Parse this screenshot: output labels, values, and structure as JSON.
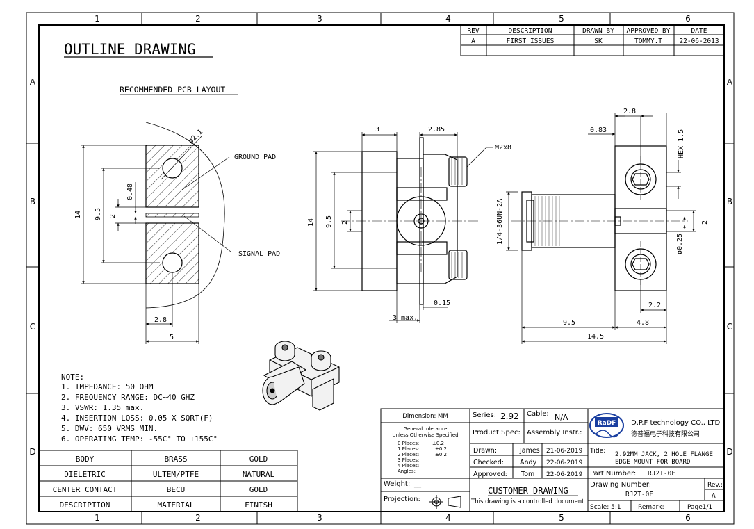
{
  "zones": {
    "columns": [
      "1",
      "2",
      "3",
      "4",
      "5",
      "6"
    ],
    "rows": [
      "A",
      "B",
      "C",
      "D"
    ]
  },
  "title": "OUTLINE DRAWING",
  "pcb_layout_title": "RECOMMENDED PCB LAYOUT",
  "revision_table": {
    "headers": [
      "REV",
      "DESCRIPTION",
      "DRAWN BY",
      "APPROVED BY",
      "DATE"
    ],
    "rows": [
      [
        "A",
        "FIRST ISSUES",
        "SK",
        "TOMMY.T",
        "22-06-2013"
      ]
    ]
  },
  "pcb_dims": {
    "hole_dia": "ø2.1",
    "ground_pad": "GROUND PAD",
    "signal_pad": "SIGNAL PAD",
    "h14": "14",
    "h9_5": "9.5",
    "h2": "2",
    "h0_48": "0.48",
    "w2_8": "2.8",
    "w5": "5"
  },
  "side_dims": {
    "d3": "3",
    "d2_85": "2.85",
    "screw": "M2x8",
    "h14": "14",
    "h9_5": "9.5",
    "h2": "2",
    "d0_15": "0.15",
    "d3max": "3 max."
  },
  "front_dims": {
    "d2_8": "2.8",
    "d0_83": "0.83",
    "hex": "HEX 1.5",
    "thread": "1/4-36UN-2A",
    "d2": "2",
    "d0_25": "ø0.25",
    "d2_2": "2.2",
    "d9_5": "9.5",
    "d4_8": "4.8",
    "d14_5": "14.5"
  },
  "notes": {
    "heading": "NOTE:",
    "items": [
      "1. IMPEDANCE: 50 OHM",
      "2. FREQUENCY RANGE: DC~40 GHZ",
      "3. VSWR: 1.35 max.",
      "4. INSERTION LOSS: 0.05 X SQRT(F)",
      "5. DWV: 650 VRMS MIN.",
      "6. OPERATING TEMP: -55C° TO +155C°"
    ]
  },
  "material_table": {
    "rows": [
      [
        "BODY",
        "BRASS",
        "GOLD"
      ],
      [
        "DIELETRIC",
        "ULTEM/PTFE",
        "NATURAL"
      ],
      [
        "CENTER CONTACT",
        "BECU",
        "GOLD"
      ],
      [
        "DESCRIPTION",
        "MATERIAL",
        "FINISH"
      ]
    ]
  },
  "title_block": {
    "dimension": "Dimension: MM",
    "tolerance_title": "General tolerance",
    "tolerance_sub": "Unless Otherwise Specified",
    "tolerances": [
      [
        "0 Places:",
        "±0.2"
      ],
      [
        "1 Places:",
        "±0.2"
      ],
      [
        "2 Places:",
        "±0.2"
      ],
      [
        "3 Places:",
        ""
      ],
      [
        "4 Places:",
        ""
      ],
      [
        "Angles:",
        ""
      ]
    ],
    "weight_label": "Weight:",
    "weight_value": "__",
    "projection_label": "Projection:",
    "series_label": "Series:",
    "series_value": "2.92",
    "cable_label": "Cable:",
    "cable_value": "N/A",
    "product_spec": "Product Spec:",
    "assembly": "Assembly Instr.:",
    "drawn_label": "Drawn:",
    "drawn_name": "James",
    "drawn_date": "21-06-2019",
    "checked_label": "Checked:",
    "checked_name": "Andy",
    "checked_date": "22-06-2019",
    "approved_label": "Approved:",
    "approved_name": "Tom",
    "approved_date": "22-06-2019",
    "customer_drawing": "CUSTOMER DRAWING",
    "controlled": "This drawing is a controlled document",
    "logo_text": "RaDF",
    "company": "D.P.F technology CO., LTD",
    "company_cn": "德普福电子科技有限公司",
    "title_label": "Title:",
    "title_line1": "2.92MM JACK, 2 HOLE FLANGE",
    "title_line2": "EDGE MOUNT FOR BOARD",
    "part_label": "Part Number:",
    "part_value": "RJ2T-0E",
    "drawing_number_label": "Drawing Number:",
    "drawing_number": "RJ2T-0E",
    "rev_label": "Rev.:",
    "rev_value": "A",
    "scale": "Scale: 5:1",
    "remark": "Remark:",
    "page": "Page1/1"
  },
  "colors": {
    "line": "#000000",
    "hatch": "#000000",
    "logo": "#1a3fa0"
  }
}
